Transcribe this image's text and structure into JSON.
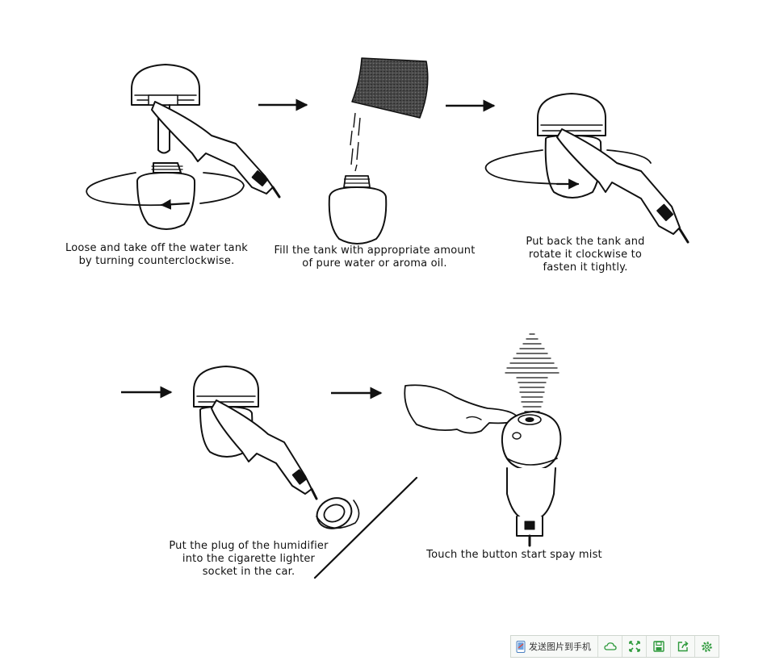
{
  "steps": [
    {
      "id": "remove-tank",
      "caption": [
        "Loose and take off the water tank",
        "by turning counterclockwise."
      ]
    },
    {
      "id": "fill-tank",
      "caption": [
        "Fill the tank with appropriate amount",
        "of pure water or aroma oil."
      ]
    },
    {
      "id": "replace-tank",
      "caption": [
        "Put back the tank and",
        "rotate it clockwise to",
        "fasten it tightly."
      ]
    },
    {
      "id": "plug-in",
      "caption": [
        "Put the plug of the humidifier",
        "into the cigarette lighter",
        "socket in the car."
      ]
    },
    {
      "id": "touch-button",
      "caption": [
        "Touch the button start spay mist"
      ]
    }
  ],
  "toolbar": {
    "send_label": "发送图片到手机",
    "buttons": [
      {
        "icon": "cloud-icon"
      },
      {
        "icon": "fullscreen-icon"
      },
      {
        "icon": "save-icon"
      },
      {
        "icon": "share-icon"
      },
      {
        "icon": "settings-icon"
      }
    ],
    "accent": "#2e9a3c"
  },
  "colors": {
    "ink": "#111111",
    "paper": "#ffffff"
  }
}
